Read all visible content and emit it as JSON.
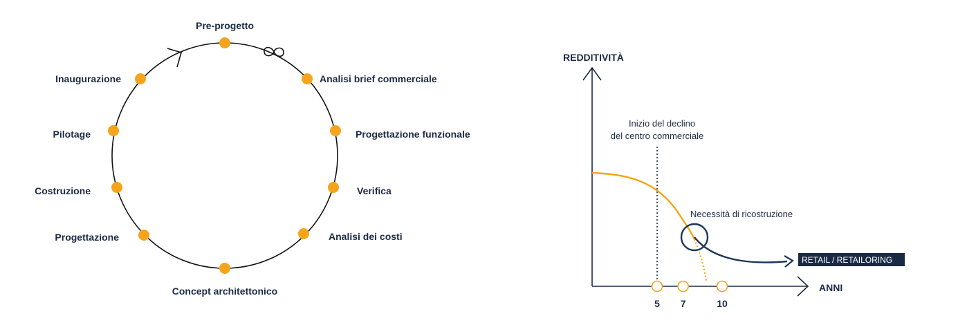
{
  "colors": {
    "accent": "#f5a41b",
    "ink": "#1b2a44",
    "line": "#111111",
    "curve_navy": "#1b3557"
  },
  "cycle": {
    "stages": [
      "Pre-progetto",
      "Analisi brief commerciale",
      "Progettazione funzionale",
      "Verifica",
      "Analisi dei costi",
      "Concept architettonico",
      "Progettazione",
      "Costruzione",
      "Pilotage",
      "Inaugurazione"
    ],
    "direction_icon": "arrow-clockwise-icon",
    "loop_icon": "infinity-icon"
  },
  "chart_data": {
    "type": "line",
    "ylabel": "REDDITIVITÀ",
    "xlabel": "ANNI",
    "x_ticks": [
      5,
      7,
      10
    ],
    "annotations": {
      "decline": [
        "Inizio del declino",
        "del centro commerciale"
      ],
      "rebuild": "Necessità di ricostruzione",
      "tag": "RETAIL / RETAILORING"
    }
  }
}
